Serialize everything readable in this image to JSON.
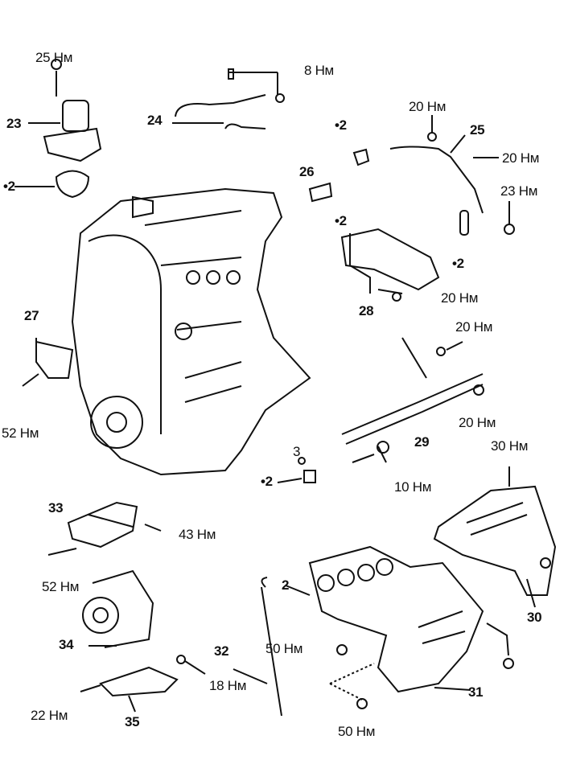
{
  "labels": [
    "25 Нм",
    "23",
    "•2",
    "8 Нм",
    "24",
    "20 Нм",
    "25",
    "•2",
    "20 Нм",
    "26",
    "23 Нм",
    "•2",
    "•2",
    "28",
    "20 Нм",
    "27",
    "20 Нм",
    "52 Нм",
    "20 Нм",
    "29",
    "30 Нм",
    "3",
    "•2",
    "10 Нм",
    "33",
    "43 Нм",
    "52 Нм",
    "2",
    "30",
    "34",
    "50 Нм",
    "32",
    "18 Нм",
    "31",
    "22 Нм",
    "35",
    "50 Нм"
  ],
  "line_color": "#111111"
}
